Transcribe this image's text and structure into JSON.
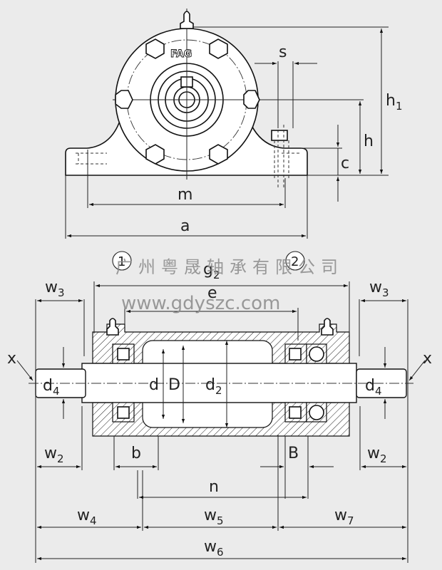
{
  "diagram": {
    "title": "FAG split plummer block housing dimension drawing",
    "brand_mark": "FAG",
    "watermark": {
      "company": "广州粤晟轴承有限公司",
      "url": "www.gdyszc.com"
    },
    "callouts": [
      "1",
      "2"
    ],
    "front_view_labels": {
      "s": "s",
      "h1": "h",
      "h1_sub": "1",
      "h": "h",
      "c": "c",
      "m": "m",
      "a": "a"
    },
    "section_view_labels": {
      "g2": "g",
      "g2_sub": "2",
      "e": "e",
      "w3": "w",
      "w3_sub": "3",
      "x": "x",
      "d4": "d",
      "d4_sub": "4",
      "d": "d",
      "D": "D",
      "d2": "d",
      "d2_sub": "2",
      "w2": "w",
      "w2_sub": "2",
      "b": "b",
      "B": "B",
      "n": "n",
      "w4": "w",
      "w4_sub": "4",
      "w5": "w",
      "w5_sub": "5",
      "w7": "w",
      "w7_sub": "7",
      "w6": "w",
      "w6_sub": "6"
    }
  }
}
